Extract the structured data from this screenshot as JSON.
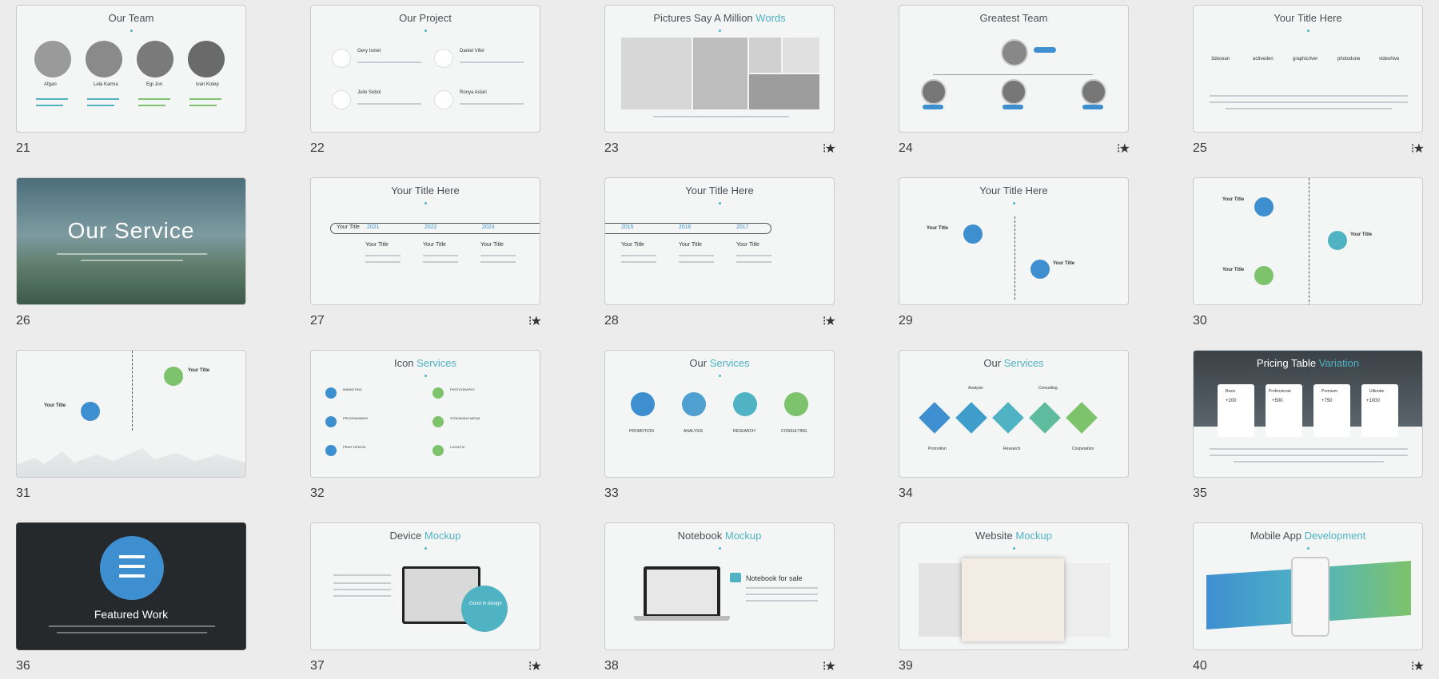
{
  "slides": [
    {
      "num": "21",
      "title": "Our Team",
      "star": false,
      "members": [
        "Afgan",
        "Lela Karma",
        "Egi Jon",
        "Ivan Kotep"
      ]
    },
    {
      "num": "22",
      "title": "Our Project",
      "star": false,
      "people": [
        "Gery Ismel",
        "Daniel Vifer",
        "Julio Sobol",
        "Ronya Aslari"
      ]
    },
    {
      "num": "23",
      "title": "Pictures Say A Million",
      "title_hl": "Words",
      "star": true
    },
    {
      "num": "24",
      "title": "Greatest Team",
      "star": true
    },
    {
      "num": "25",
      "title": "Your Title Here",
      "star": true,
      "logos": [
        "3docean",
        "activeden",
        "graphicriver",
        "photodune",
        "videohive"
      ]
    },
    {
      "num": "26",
      "title": "Our Service",
      "star": false
    },
    {
      "num": "27",
      "title": "Your Title Here",
      "star": true,
      "years": [
        "2021",
        "2022",
        "2023"
      ],
      "lead": "Your Title",
      "cols": [
        "Your Title",
        "Your Title",
        "Your Title"
      ]
    },
    {
      "num": "28",
      "title": "Your Title Here",
      "star": true,
      "years": [
        "2015",
        "2016",
        "2017"
      ],
      "cols": [
        "Your Title",
        "Your Title",
        "Your Title"
      ]
    },
    {
      "num": "29",
      "title": "Your Title Here",
      "star": false,
      "items": [
        "Your Title",
        "Your Title"
      ]
    },
    {
      "num": "30",
      "title": "",
      "star": false,
      "items": [
        "Your Title",
        "Your Title",
        "Your Title"
      ]
    },
    {
      "num": "31",
      "title": "",
      "star": false,
      "items": [
        "Your Title",
        "Your Title"
      ]
    },
    {
      "num": "32",
      "title": "Icon",
      "title_hl": "Services",
      "star": false,
      "services": [
        "MARKETING",
        "PHOTOGRAPHY",
        "PROGRAMMING",
        "STREAMING MEDIA",
        "PRINT DESIGN",
        "LOGISTIC"
      ]
    },
    {
      "num": "33",
      "title": "Our",
      "title_hl": "Services",
      "star": false,
      "labels": [
        "PROMOTION",
        "ANALYSIS",
        "RESEARCH",
        "CONSULTING"
      ]
    },
    {
      "num": "34",
      "title": "Our",
      "title_hl": "Services",
      "star": false,
      "labels": [
        "Analysis",
        "Consulting",
        "Promotion",
        "Research",
        "Cooperation"
      ]
    },
    {
      "num": "35",
      "title": "Pricing Table",
      "title_hl": "Variation",
      "star": false,
      "plans": [
        "Basic",
        "Professional",
        "Premium",
        "Ultimate"
      ],
      "prices": [
        "+200",
        "+500",
        "+750",
        "+1000"
      ]
    },
    {
      "num": "36",
      "title": "Featured Work",
      "star": false
    },
    {
      "num": "37",
      "title": "Device",
      "title_hl": "Mockup",
      "star": true,
      "badge": "Good In design"
    },
    {
      "num": "38",
      "title": "Notebook",
      "title_hl": "Mockup",
      "star": true,
      "side": "Notebook for sale"
    },
    {
      "num": "39",
      "title": "Website",
      "title_hl": "Mockup",
      "star": false
    },
    {
      "num": "40",
      "title": "Mobile App",
      "title_hl": "Development",
      "star": true
    }
  ],
  "colors": {
    "accent": "#4fb3c4",
    "blue": "#3e8fd0",
    "green": "#7dc36b"
  }
}
